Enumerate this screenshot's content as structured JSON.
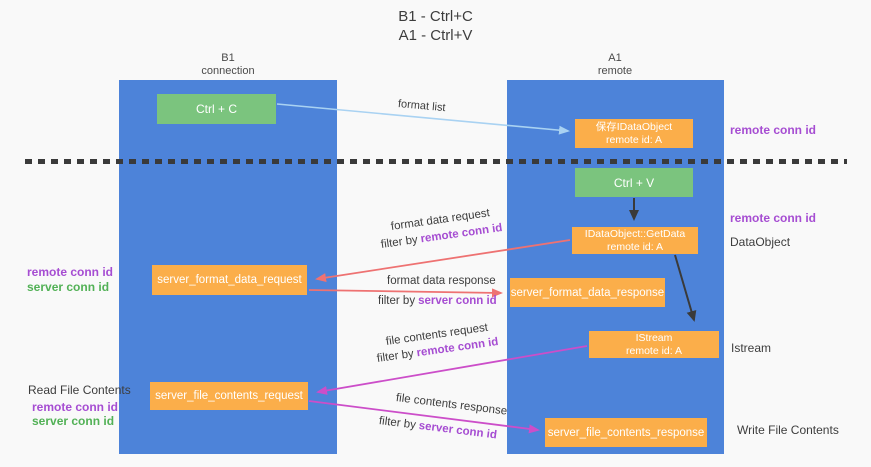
{
  "title": {
    "line1": "B1 - Ctrl+C",
    "line2": "A1 - Ctrl+V"
  },
  "lifelines": {
    "left": {
      "name": "B1",
      "role": "connection"
    },
    "right": {
      "name": "A1",
      "role": "remote"
    }
  },
  "boxes": {
    "ctrl_c": "Ctrl + C",
    "ctrl_v": "Ctrl + V",
    "save_dataobject": {
      "title": "保存IDataObject",
      "subtitle": "remote id: A"
    },
    "getdata": {
      "title": "IDataObject::GetData",
      "subtitle": "remote id: A"
    },
    "istream": {
      "title": "IStream",
      "subtitle": "remote id: A"
    },
    "format_request": "server_format_data_request",
    "format_response": "server_format_data_response",
    "file_request": "server_file_contents_request",
    "file_response": "server_file_contents_response"
  },
  "right_labels": {
    "remote_conn_id_top": "remote conn id",
    "remote_conn_id_mid": "remote conn id",
    "dataobject": "DataObject",
    "istream": "Istream",
    "write_file_contents": "Write File Contents"
  },
  "left_labels": {
    "remote_conn_id_1": "remote conn id",
    "server_conn_id_1": "server conn id",
    "read_file_contents": "Read File Contents",
    "remote_conn_id_2": "remote conn id",
    "server_conn_id_2": "server conn id"
  },
  "arrows": {
    "format_list": "format list",
    "format_data_request": "format data request",
    "format_data_response": "format data response",
    "file_contents_request": "file contents request",
    "file_contents_response": "file contents response",
    "filter_prefix": "filter by",
    "remote_conn_id": "remote conn id",
    "server_conn_id": "server conn id"
  },
  "colors": {
    "lifeline_blue": "#4d83d9",
    "action_green": "#7bc47e",
    "message_orange": "#fbae4a",
    "request_red": "#ee7272",
    "request_magenta": "#cc4ec9",
    "remote_purple": "#a64dd2",
    "server_green": "#52b156",
    "format_list_blue": "#a9d2f2",
    "background": "#f9f9f9"
  }
}
